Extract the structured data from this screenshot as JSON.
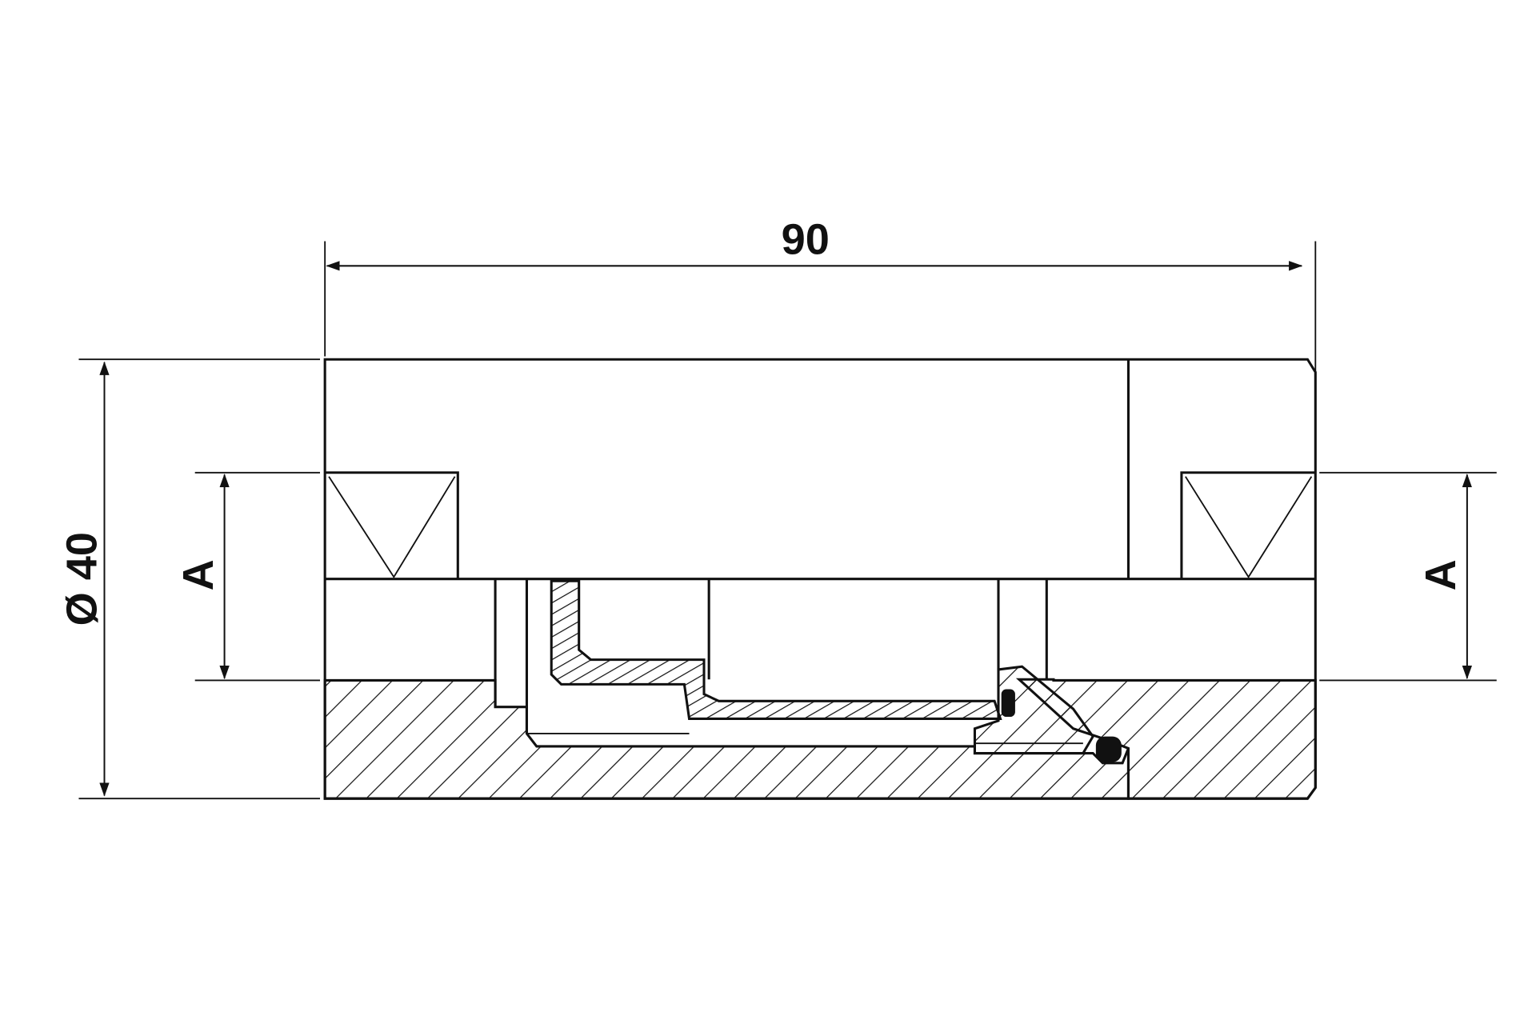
{
  "drawing": {
    "length_dimension": "90",
    "diameter_dimension": "Ø 40",
    "left_dimension": "A",
    "right_dimension": "A"
  },
  "colors": {
    "line": "#111111",
    "background": "#ffffff"
  }
}
